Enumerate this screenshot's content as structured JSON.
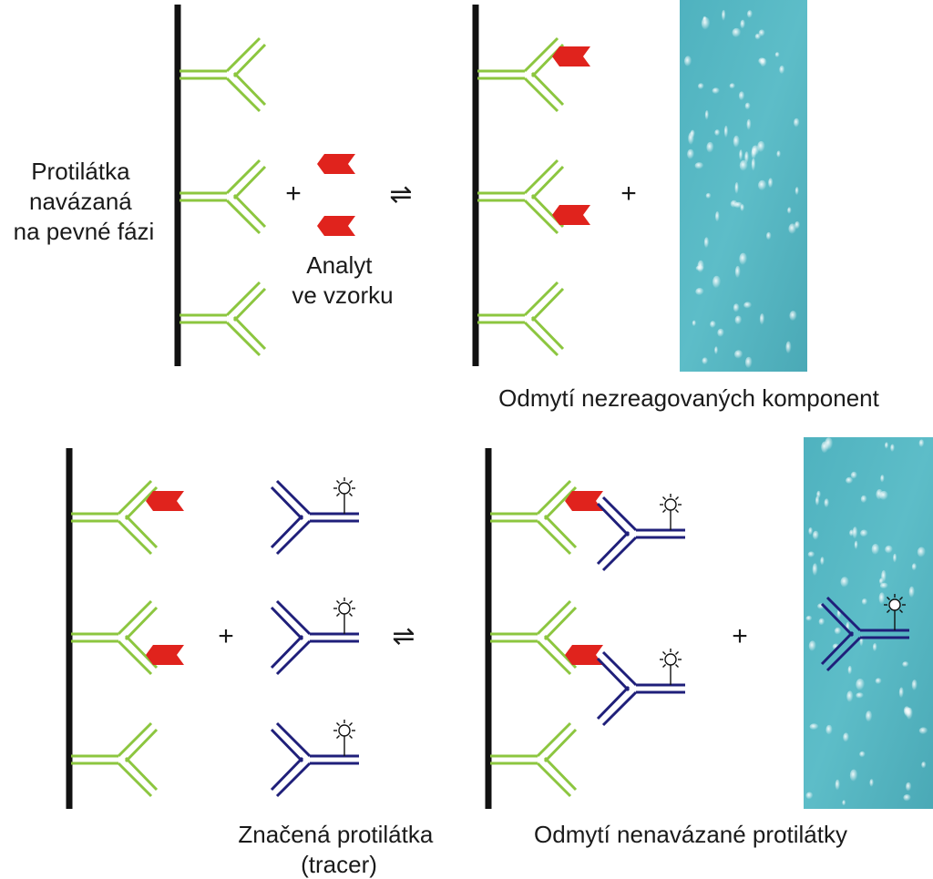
{
  "labels": {
    "solid_phase_line1": "Protilátka",
    "solid_phase_line2": "navázaná",
    "solid_phase_line3": "na pevné fázi",
    "analyte_line1": "Analyt",
    "analyte_line2": "ve vzorku",
    "wash1": "Odmytí nezreagovaných komponent",
    "tracer_line1": "Značená protilátka",
    "tracer_line2": "(tracer)",
    "wash2": "Odmytí nenavázané protilátky"
  },
  "symbols": {
    "plus": "+",
    "equilibrium": "⇌"
  },
  "colors": {
    "capture_antibody": "#8cc63f",
    "tracer_antibody": "#1f1f7a",
    "analyte": "#e0231d",
    "solid_phase": "#111111",
    "wash_fluid": "#56b8c4"
  }
}
